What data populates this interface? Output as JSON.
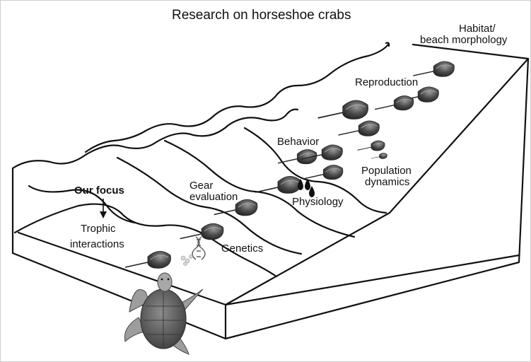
{
  "title": "Research on horseshoe crabs",
  "labels": {
    "habitat_line1": "Habitat/",
    "habitat_line2": "beach morphology",
    "reproduction": "Reproduction",
    "behavior": "Behavior",
    "population_line1": "Population",
    "population_line2": "dynamics",
    "physiology": "Physiology",
    "gear_line1": "Gear",
    "gear_line2": "evaluation",
    "focus": "Our focus",
    "trophic_line1": "Trophic",
    "trophic_line2": "interactions",
    "genetics": "Genetics"
  },
  "colors": {
    "line": "#111111",
    "crab_dark": "#3a3a3a",
    "crab_light": "#8a8a8a",
    "turtle_shell": "#6f6f6f",
    "turtle_skin": "#b5b5b5"
  },
  "icons": [
    "horseshoe-crab-icon",
    "sea-turtle-icon",
    "dna-icon",
    "water-drop-icon",
    "egg-icon"
  ]
}
